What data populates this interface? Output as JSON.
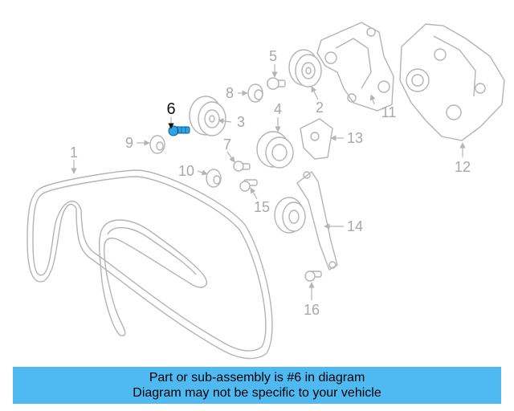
{
  "diagram": {
    "highlighted_part": "6",
    "labels": [
      "1",
      "2",
      "3",
      "4",
      "5",
      "6",
      "7",
      "8",
      "9",
      "10",
      "11",
      "12",
      "13",
      "14",
      "15",
      "16"
    ]
  },
  "banner": {
    "line1": "Part or sub-assembly is #6 in diagram",
    "line2": "Diagram may not be specific to your vehicle"
  },
  "colors": {
    "banner_bg": "#4fbaf2",
    "highlight_part": "#2aa6e6",
    "line_art": "#b4b4b4"
  }
}
